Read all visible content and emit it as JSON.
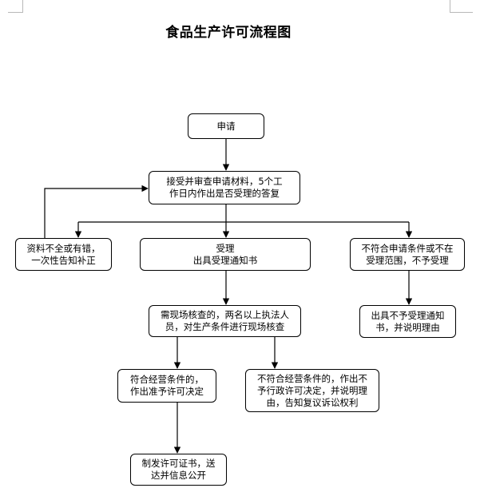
{
  "title": "食品生产许可流程图",
  "nodes": {
    "apply": "申请",
    "review": "接受并审查申请材料，5个工\n作日内作出是否受理的答复",
    "incomplete": "资料不全或有错，\n一次性告知补正",
    "accept": "受理\n出具受理通知书",
    "not_meet": "不符合申请条件或不在\n受理范围，不予受理",
    "onsite": "需现场核查的，两名以上执法人\n员，对生产条件进行现场核查",
    "reject_notice": "出具不予受理通知\n书，并说明理由",
    "meet": "符合经营条件的，\n作出准予许可决定",
    "not_qualified": "不符合经营条件的，作出不\n予行政许可决定，并说明理\n由，告知复议诉讼权利",
    "issue": "制发许可证书，送\n达并信息公开"
  }
}
